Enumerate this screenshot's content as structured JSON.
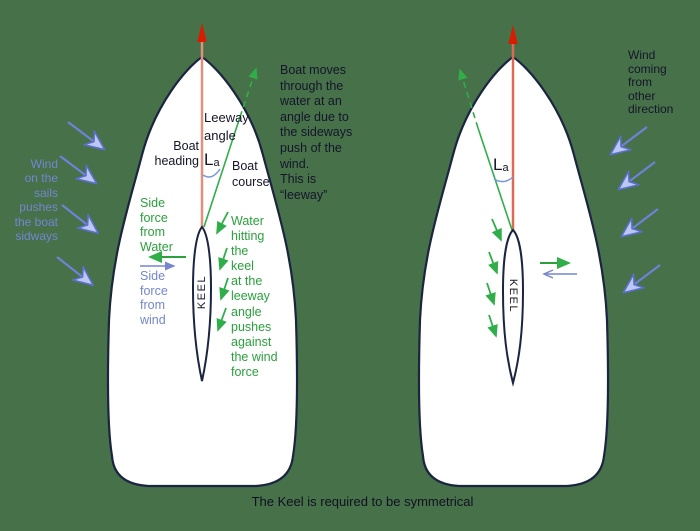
{
  "title": "Leeway sailing diagram",
  "colors": {
    "background": "#477149",
    "hull_outline": "#1b2440",
    "hull_fill": "#ffffff",
    "green_force": "#2aa13d",
    "blue_wind": "#7585d0",
    "heading_line": "#e2907e",
    "red_arrowhead": "#d81c00",
    "angle_arc": "#7a96dd",
    "black_text": "#15152b"
  },
  "left_boat": {
    "wind_note": "Wind\non the\nsails\npushes\nthe boat\nsidways",
    "leeway_angle_label": "Leeway\nangle",
    "boat_heading_label": "Boat\nheading",
    "la_main": "L",
    "la_sub": "a",
    "boat_course_label": "Boat\ncourse",
    "side_force_water": "Side\nforce\nfrom\nWater",
    "side_force_wind": "Side\nforce\nfrom\nwind",
    "water_note": "Water\nhitting\nthe\nkeel\nat the\nleeway\nangle\npushes\nagainst\nthe wind\nforce",
    "keel_label": "KEEL"
  },
  "center_note": "Boat moves\nthrough the\nwater at an\nangle due to\nthe sideways\npush of the\nwind.\nThis is\n“leeway”",
  "right_boat": {
    "wind_note": "Wind\ncoming\nfrom\nother\ndirection",
    "la_main": "L",
    "la_sub": "a",
    "keel_label": "KEEL"
  },
  "caption": "The Keel is required to be symmetrical"
}
